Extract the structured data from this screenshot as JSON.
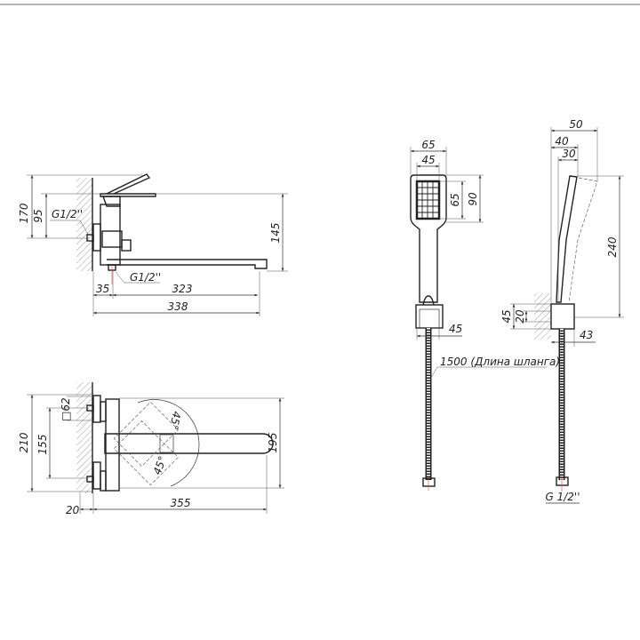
{
  "side_view": {
    "dims": {
      "height_total": "170",
      "height_inlet": "95",
      "height_spout": "145",
      "offset": "35",
      "spout_reach": "323",
      "total_length": "338"
    },
    "thread_inlet": "G1/2''",
    "thread_outlet": "G1/2''"
  },
  "top_view": {
    "dims": {
      "width_total": "210",
      "inlet_spacing": "155",
      "flange": "□62",
      "spout_width": "195",
      "wall_gap": "20",
      "spout_length": "355",
      "angle_upper": "45°",
      "angle_lower": "45°"
    }
  },
  "hand_shower_front": {
    "dims": {
      "head_width": "65",
      "spray_width": "45",
      "spray_height": "65",
      "head_height": "90",
      "holder_width": "45"
    },
    "hose_label": "1500 (Длина шланга)"
  },
  "hand_shower_side": {
    "dims": {
      "depth_total": "50",
      "depth_mid": "40",
      "depth_handle": "30",
      "length": "240",
      "holder_height": "45",
      "holder_inner": "20",
      "holder_depth": "43"
    },
    "thread": "G 1/2''"
  }
}
